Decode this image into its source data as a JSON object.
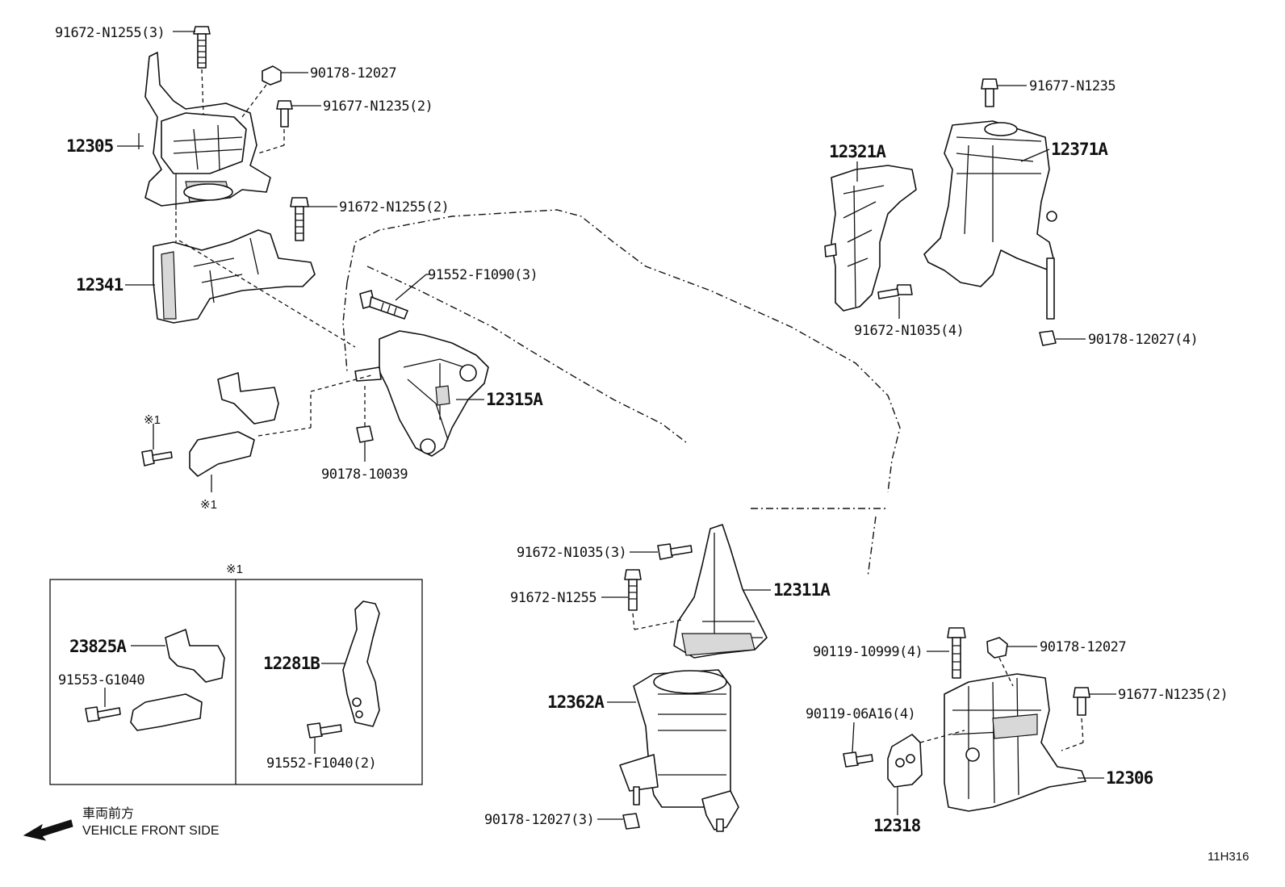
{
  "diagram_id": "11H316",
  "direction_note": {
    "japanese": "車両前方",
    "english": "VEHICLE FRONT SIDE",
    "arrow_icon": "arrow-left-icon"
  },
  "inset": {
    "marker": "※1"
  },
  "markers": {
    "bolt_marker": "※1",
    "bracket_marker": "※1"
  },
  "parts": {
    "p12305": "12305",
    "p12341": "12341",
    "p12315A": "12315A",
    "p12321A": "12321A",
    "p12371A": "12371A",
    "p12311A": "12311A",
    "p12362A": "12362A",
    "p12306": "12306",
    "p12318": "12318",
    "p23825A": "23825A",
    "p12281B": "12281B"
  },
  "callouts": {
    "c1": "91672-N1255(3)",
    "c2": "90178-12027",
    "c3": "91677-N1235(2)",
    "c4": "91672-N1255(2)",
    "c5": "91552-F1090(3)",
    "c6": "90178-10039",
    "c7": "91677-N1235",
    "c8": "91672-N1035(4)",
    "c9": "90178-12027(4)",
    "c10": "91672-N1035(3)",
    "c11": "91672-N1255",
    "c12": "90119-10999(4)",
    "c13": "90178-12027",
    "c14": "91677-N1235(2)",
    "c15": "90119-06A16(4)",
    "c16": "90178-12027(3)",
    "c17": "91553-G1040",
    "c18": "91552-F1040(2)"
  }
}
